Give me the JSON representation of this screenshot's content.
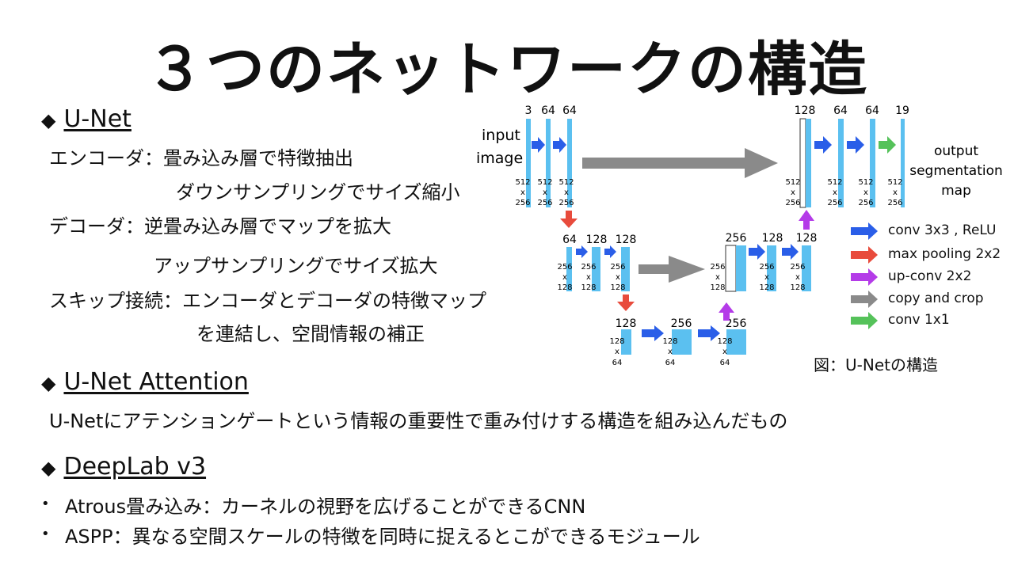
{
  "title": "３つのネットワークの構造",
  "unet": {
    "heading": "U-Net",
    "lines": [
      "エンコーダ：畳み込み層で特徴抽出",
      "ダウンサンプリングでサイズ縮小",
      "デコーダ：逆畳み込み層でマップを拡大",
      "アップサンプリングでサイズ拡大",
      "スキップ接続：エンコーダとデコーダの特徴マップ",
      "を連結し、空間情報の補正"
    ]
  },
  "attention": {
    "heading": "U-Net Attention",
    "description": "U-Netにアテンションゲートという情報の重要性で重み付けする構造を組み込んだもの"
  },
  "deeplab": {
    "heading": "DeepLab v3",
    "bullets": [
      "Atrous畳み込み：カーネルの視野を広げることができるCNN",
      "ASPP：異なる空間スケールの特徴を同時に捉えるとこができるモジュール"
    ]
  },
  "diagram": {
    "input_label_1": "input",
    "input_label_2": "image",
    "output_label_1": "output",
    "output_label_2": "segmentation",
    "output_label_3": "map",
    "caption": "図：U-Netの構造",
    "channels": {
      "enc1": [
        "3",
        "64",
        "64"
      ],
      "enc2": [
        "64",
        "128",
        "128"
      ],
      "enc3": [
        "128",
        "256"
      ],
      "dec2": [
        "256",
        "128",
        "128"
      ],
      "dec1": [
        "128",
        "64",
        "64",
        "19"
      ],
      "bottom_right": "256"
    },
    "sizes": {
      "s512": [
        "512",
        "x",
        "256"
      ],
      "s256": [
        "256",
        "x",
        "128"
      ],
      "s128": [
        "128",
        "x",
        "64"
      ]
    },
    "legend": [
      {
        "label": "conv 3x3 , ReLU",
        "color": "#2a5ee8"
      },
      {
        "label": "max pooling 2x2",
        "color": "#e84b3c"
      },
      {
        "label": "up-conv 2x2",
        "color": "#b43be8"
      },
      {
        "label": "copy and crop",
        "color": "#8a8a8a"
      },
      {
        "label": "conv 1x1",
        "color": "#55c25a"
      }
    ],
    "colors": {
      "feature_map": "#5bc0f0",
      "bullet": "#111111"
    }
  }
}
